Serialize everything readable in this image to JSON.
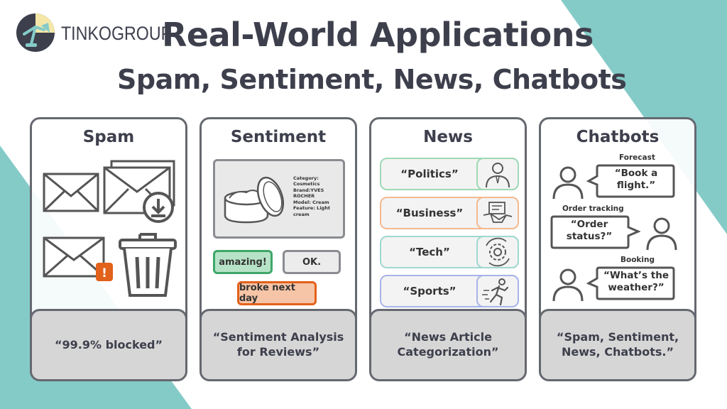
{
  "brand": {
    "name": "TINKOGROUP"
  },
  "header": {
    "title": "Real-World Applications",
    "subtitle": "Spam, Sentiment, News, Chatbots"
  },
  "colors": {
    "teal": "#84cbc8",
    "dark": "#3d3f4c"
  },
  "cards": {
    "spam": {
      "title": "Spam",
      "footer": "“99.9% blocked”",
      "alert": "!"
    },
    "sentiment": {
      "title": "Sentiment",
      "product": {
        "category": "Category: Cosmetics",
        "brand": "Brand:YVES ROCHER",
        "model": "Model: Cream",
        "feature": "Feature: Light cream"
      },
      "tags": {
        "positive": "amazing!",
        "neutral": "OK.",
        "negative": "broke next day"
      },
      "footer": "“Sentiment Analysis for Reviews”"
    },
    "news": {
      "title": "News",
      "categories": [
        "“Politics”",
        "“Business”",
        "“Tech”",
        "“Sports”"
      ],
      "footer": "“News Article Categorization”"
    },
    "chatbots": {
      "title": "Chatbots",
      "dialogs": [
        {
          "label": "Forecast",
          "text": "“Book a flight.”"
        },
        {
          "label": "Order tracking",
          "text": "“Order status?”"
        },
        {
          "label": "Booking",
          "text": "“What’s the weather?”"
        }
      ],
      "footer": "“Spam, Sentiment, News, Chatbots.”"
    }
  }
}
